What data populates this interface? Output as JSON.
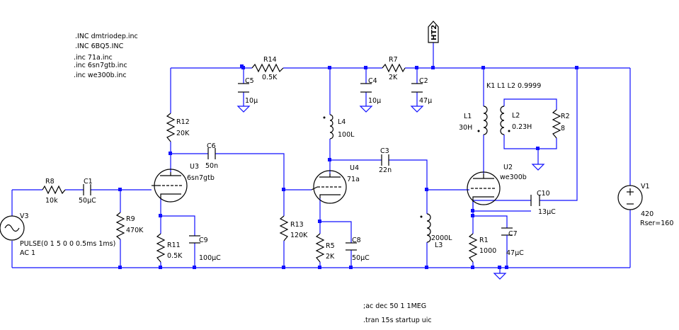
{
  "directives": {
    "inc1": ".INC dmtriodep.inc",
    "inc2": ".INC 6BQ5.INC",
    "inc3": ".inc 71a.inc",
    "inc4": ".inc 6sn7gtb.inc",
    "inc5": ".inc we300b.inc",
    "ac": ";ac dec 50 1 1MEG",
    "tran": ".tran 15s startup uic",
    "coupling": "K1 L1 L2 0.9999"
  },
  "net_label": "HT2",
  "components": {
    "R8": {
      "name": "R8",
      "value": "10k"
    },
    "C1": {
      "name": "C1",
      "value": "50µC"
    },
    "R9": {
      "name": "R9",
      "value": "470K"
    },
    "V3": {
      "name": "V3",
      "value": "PULSE(0 1 5 0 0 0.5ms 1ms)",
      "value2": "AC 1"
    },
    "U3": {
      "name": "U3",
      "value": "6sn7gtb"
    },
    "R11": {
      "name": "R11",
      "value": "0.5K"
    },
    "C9": {
      "name": "C9",
      "value": "100µC"
    },
    "R12": {
      "name": "R12",
      "value": "20K"
    },
    "C5": {
      "name": "C5",
      "value": "10µ"
    },
    "R14": {
      "name": "R14",
      "value": "0.5K"
    },
    "C6": {
      "name": "C6",
      "value": "50n"
    },
    "R13": {
      "name": "R13",
      "value": "120K"
    },
    "U4": {
      "name": "U4",
      "value": "71a"
    },
    "R5": {
      "name": "R5",
      "value": "2K"
    },
    "C8": {
      "name": "C8",
      "value": "50µC"
    },
    "L4": {
      "name": "L4",
      "value": "100L"
    },
    "C4": {
      "name": "C4",
      "value": "10µ"
    },
    "R7": {
      "name": "R7",
      "value": "2K"
    },
    "C2": {
      "name": "C2",
      "value": "47µ"
    },
    "C3": {
      "name": "C3",
      "value": "22n"
    },
    "L3": {
      "name": "L3",
      "value": "2000L"
    },
    "L1": {
      "name": "L1",
      "value": "30H"
    },
    "L2": {
      "name": "L2",
      "value": "0.23H"
    },
    "R2": {
      "name": "R2",
      "value": "8"
    },
    "U2": {
      "name": "U2",
      "value": "we300b"
    },
    "C10": {
      "name": "C10",
      "value": "13µC"
    },
    "R1": {
      "name": "R1",
      "value": "1000"
    },
    "C7": {
      "name": "C7",
      "value": "47µC"
    },
    "V1": {
      "name": "V1",
      "value": "420",
      "value2": "Rser=160"
    }
  }
}
